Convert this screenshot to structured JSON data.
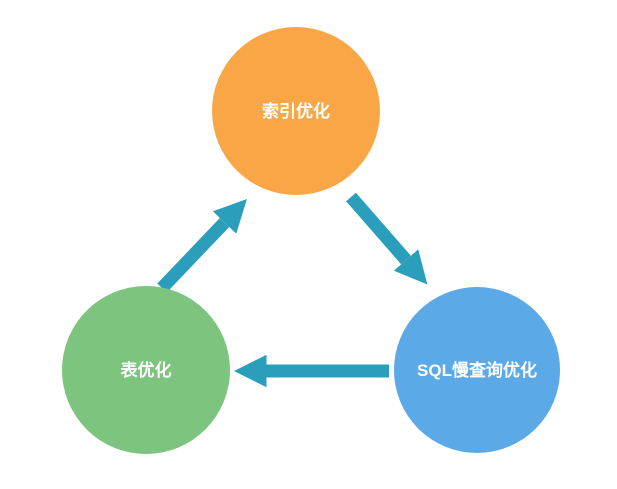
{
  "diagram": {
    "type": "cycle",
    "background_color": "#ffffff",
    "arrow_color": "#2B9EBC",
    "label_color": "#FFFFFF",
    "nodes": [
      {
        "id": "index-optimization",
        "label": "索引优化",
        "color": "#F9A646",
        "position": "top"
      },
      {
        "id": "sql-slow-query-optimization",
        "label": "SQL慢查询优化",
        "color": "#5CA9E8",
        "position": "bottom-right"
      },
      {
        "id": "table-optimization",
        "label": "表优化",
        "color": "#7DC47E",
        "position": "bottom-left"
      }
    ],
    "edges": [
      {
        "from": "index-optimization",
        "to": "sql-slow-query-optimization"
      },
      {
        "from": "sql-slow-query-optimization",
        "to": "table-optimization"
      },
      {
        "from": "table-optimization",
        "to": "index-optimization"
      }
    ]
  }
}
